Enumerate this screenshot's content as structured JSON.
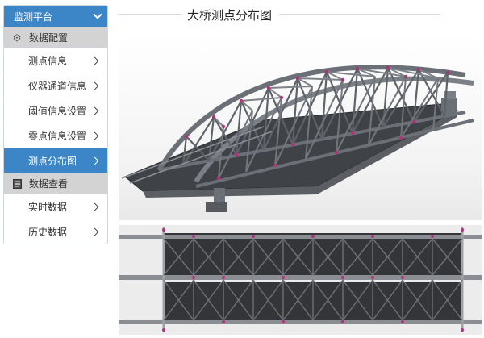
{
  "sidebar": {
    "header": "监测平台",
    "sections": [
      {
        "label": "数据配置",
        "icon": "gear-icon",
        "items": [
          {
            "label": "测点信息"
          },
          {
            "label": "仪器通道信息"
          },
          {
            "label": "阈值信息设置"
          },
          {
            "label": "零点信息设置"
          },
          {
            "label": "测点分布图",
            "active": true
          }
        ]
      },
      {
        "label": "数据查看",
        "icon": "document-icon",
        "items": [
          {
            "label": "实时数据"
          },
          {
            "label": "历史数据"
          }
        ]
      }
    ]
  },
  "main": {
    "title": "大桥测点分布图"
  },
  "colors": {
    "accent": "#3c86c8",
    "section_bg": "#d3d3d3",
    "steel": "#6b7076",
    "deck": "#3a3a3a",
    "sensor": "#b0327a"
  }
}
